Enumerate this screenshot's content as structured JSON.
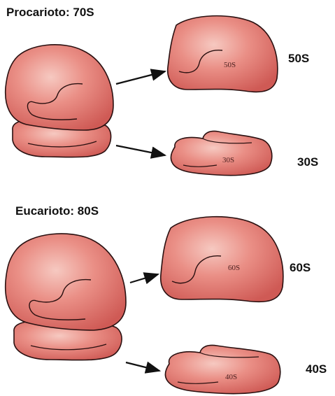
{
  "prokaryote": {
    "heading": "Procarioto: 70S",
    "large_subunit_label": "50S",
    "small_subunit_label": "30S",
    "large_side_label": "50S",
    "small_side_label": "30S"
  },
  "eukaryote": {
    "heading": "Eucarioto: 80S",
    "large_subunit_label": "60S",
    "small_subunit_label": "40S",
    "large_side_label": "60S",
    "small_side_label": "40S"
  },
  "colors": {
    "ribosome_fill": "#e0706a",
    "ribosome_highlight": "#f6c9c1",
    "ribosome_outline": "#2a1010",
    "arrow": "#111111"
  }
}
